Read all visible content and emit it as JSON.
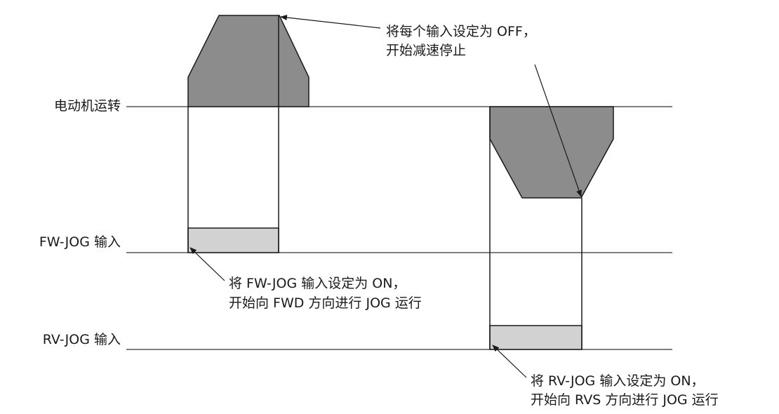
{
  "rows": {
    "motor": "电动机运转",
    "fw_jog": "FW-JOG 输入",
    "rv_jog": "RV-JOG 输入"
  },
  "annotations": {
    "off_line1": "将每个输入设定为 OFF，",
    "off_line2": "开始减速停止",
    "fw_line1": "将 FW-JOG 输入设定为 ON，",
    "fw_line2": "开始向 FWD 方向进行 JOG 运行",
    "rv_line1": "将 RV-JOG 输入设定为 ON，",
    "rv_line2": "开始向 RVS 方向进行 JOG 运行"
  },
  "colors": {
    "motor_fill": "#8c8c8c",
    "input_fill": "#d2d2d2",
    "line": "#1a1a1a",
    "baseline": "#555555"
  }
}
